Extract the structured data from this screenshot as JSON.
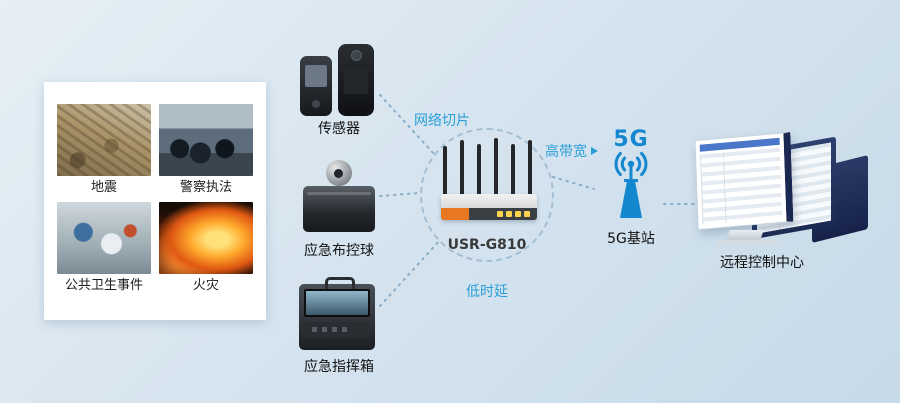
{
  "colors": {
    "accent_blue": "#2b9fd8",
    "station_blue": "#1488cf",
    "background_from": "#e6eff5",
    "background_to": "#c7dae8",
    "panel_bg": "#ffffff",
    "router_front_orange": "#e87722"
  },
  "scenario_panel": {
    "items": [
      {
        "label": "地震"
      },
      {
        "label": "警察执法"
      },
      {
        "label": "公共卫生事件"
      },
      {
        "label": "火灾"
      }
    ]
  },
  "devices": {
    "sensor": {
      "label": "传感器"
    },
    "ball": {
      "label": "应急布控球"
    },
    "case": {
      "label": "应急指挥箱"
    }
  },
  "router": {
    "model": "USR-G810",
    "tag_network_slicing": "网络切片",
    "tag_high_bandwidth": "高带宽",
    "tag_low_latency": "低时延"
  },
  "base_station": {
    "tech": "5G",
    "label": "5G基站"
  },
  "control_center": {
    "label": "远程控制中心"
  }
}
